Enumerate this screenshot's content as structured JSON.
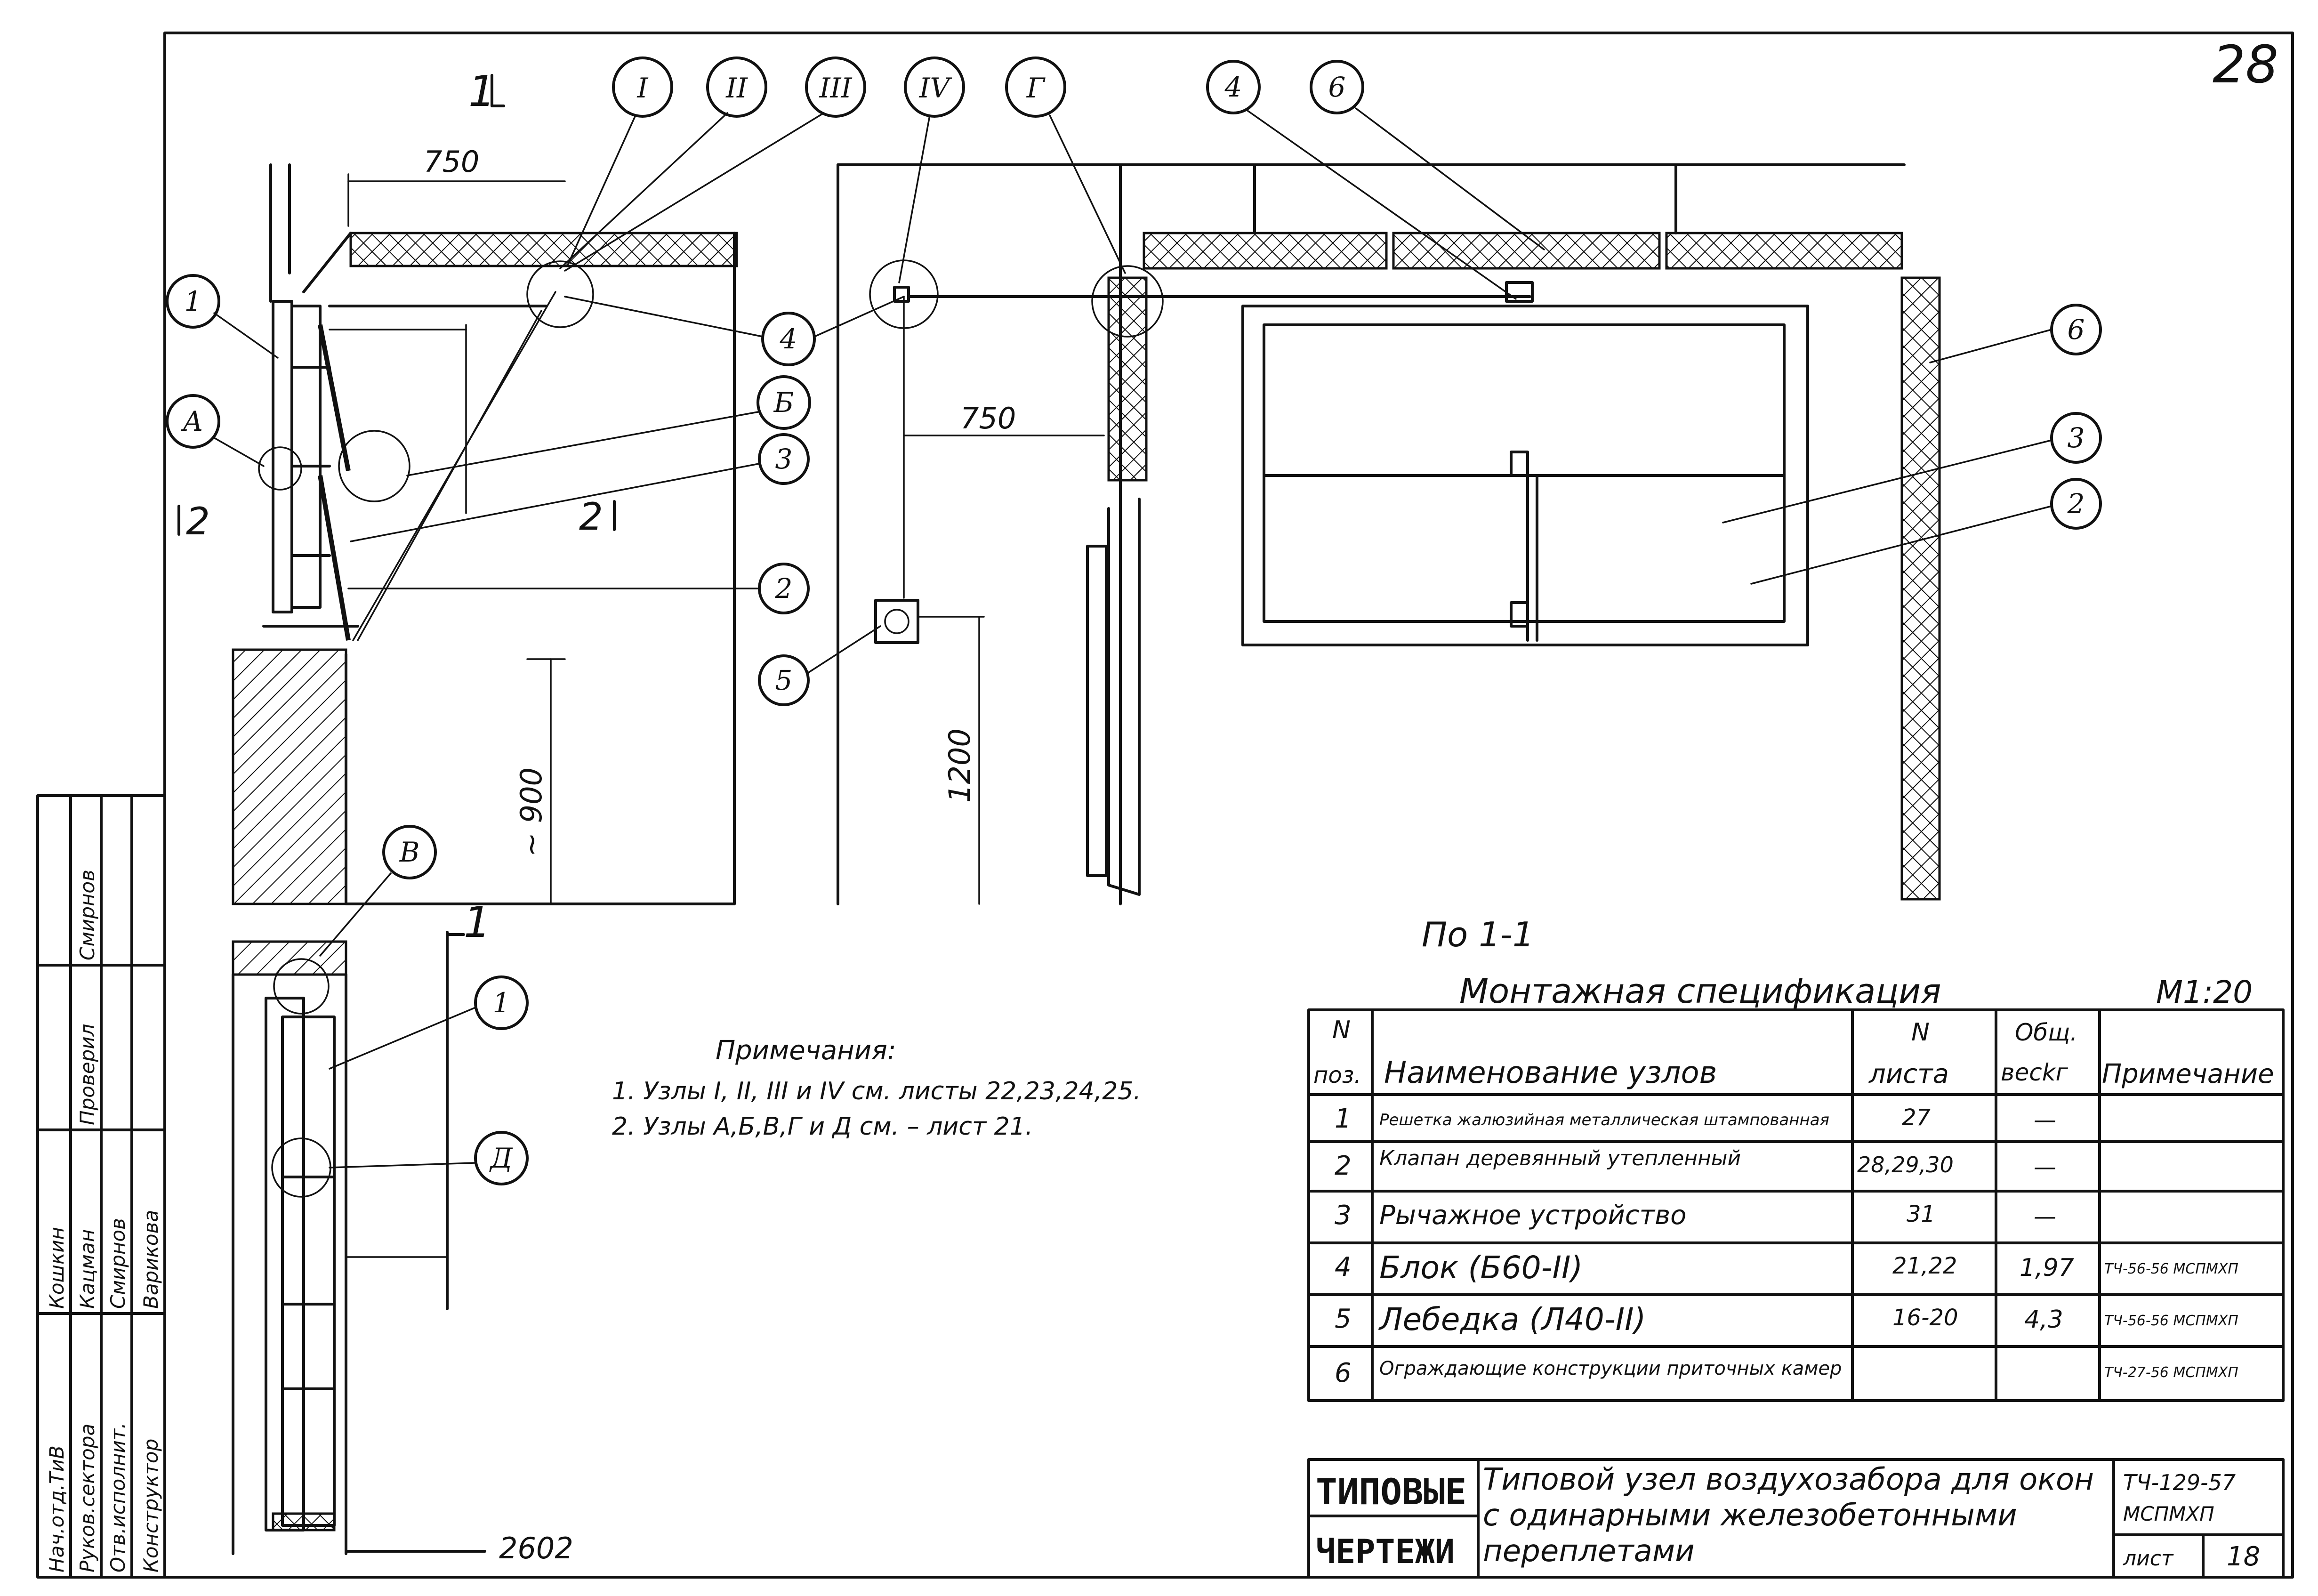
{
  "sheet_number": "28",
  "section_marks": {
    "cut1_top": "1",
    "cut1_bottom": "1",
    "cut2_left": "2",
    "cut2_right": "2"
  },
  "node_callouts": [
    "I",
    "II",
    "III",
    "IV",
    "Г"
  ],
  "node_letters": [
    "А",
    "Б",
    "В",
    "Д"
  ],
  "position_callouts": [
    "1",
    "2",
    "3",
    "4",
    "5",
    "6"
  ],
  "dimensions": {
    "left_width": "750",
    "mid_width": "750",
    "sill_height": "~ 900",
    "winch_height": "1200",
    "bottom_mark": "2602"
  },
  "view_caption": "По 1-1",
  "notes": {
    "title": "Примечания:",
    "lines": [
      "1. Узлы I, II, III и IV см. листы 22,23,24,25.",
      "2. Узлы А,Б,В,Г и Д см. – лист 21."
    ]
  },
  "spec": {
    "title": "Монтажная спецификация",
    "scale": "М1:20",
    "headers": {
      "pos_n": "N",
      "pos": "поз.",
      "name": "Наименование узлов",
      "sheet_n": "N",
      "sheet": "листа",
      "weight_a": "Общ.",
      "weight_b": "весkг",
      "note": "Примечание"
    },
    "rows": [
      {
        "pos": "1",
        "name": "Решетка жалюзийная металлическая штампованная",
        "sheet": "27",
        "weight": "—",
        "note": ""
      },
      {
        "pos": "2",
        "name": "Клапан деревянный утепленный",
        "sheet": "28,29,30",
        "weight": "—",
        "note": ""
      },
      {
        "pos": "3",
        "name": "Рычажное устройство",
        "sheet": "31",
        "weight": "—",
        "note": ""
      },
      {
        "pos": "4",
        "name": "Блок (Б60-II)",
        "sheet": "21,22",
        "weight": "1,97",
        "note": "ТЧ-56-56 МСПМХП"
      },
      {
        "pos": "5",
        "name": "Лебедка (Л40-II)",
        "sheet": "16-20",
        "weight": "4,3",
        "note": "ТЧ-56-56 МСПМХП"
      },
      {
        "pos": "6",
        "name": "Ограждающие конструкции приточных камер",
        "sheet": "",
        "weight": "",
        "note": "ТЧ-27-56 МСПМХП"
      }
    ]
  },
  "title_block": {
    "stamp_top": "ТИПОВЫЕ",
    "stamp_bottom": "ЧЕРТЕЖИ",
    "title": "Типовой узел воздухозабора для окон с одинарными железобетонными переплетами",
    "code": "ТЧ-129-57",
    "org": "МСПМХП",
    "sheet_label": "лист",
    "sheet_no": "18"
  },
  "signatures": {
    "rows": [
      {
        "role": "Нач.отд.ТиВ",
        "name": "Кошкин"
      },
      {
        "role": "Руков.сектора",
        "name": "Кацман"
      },
      {
        "role": "Отв.исполнит.",
        "name": "Смирнов"
      },
      {
        "role": "Конструктор",
        "name": "Варикова"
      }
    ],
    "col2_label": "Проверил",
    "col2_name": "Смирнов"
  }
}
